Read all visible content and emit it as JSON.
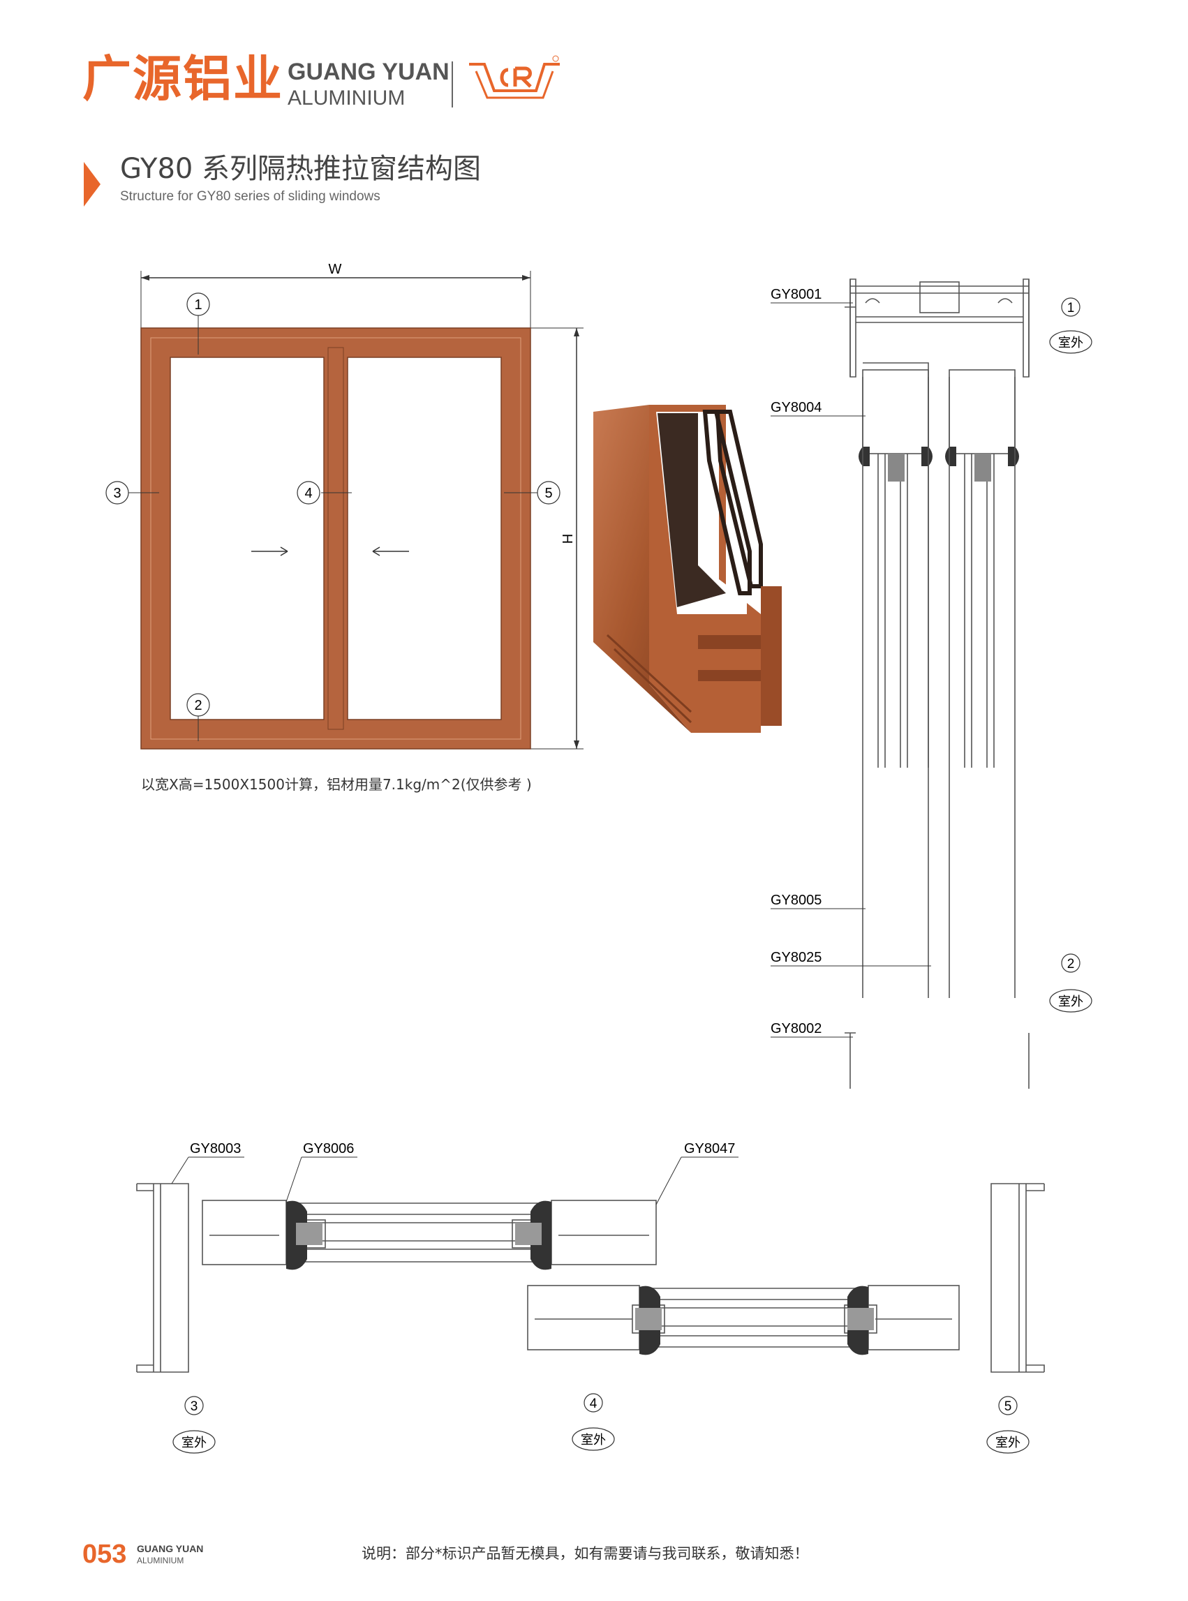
{
  "header": {
    "logo_cn": "广源铝业",
    "logo_en_line1": "GUANG YUAN",
    "logo_en_line2": "ALUMINIUM",
    "brand_color": "#e8662b"
  },
  "title": {
    "cn": "GY80 系列隔热推拉窗结构图",
    "en": "Structure for GY80 series of sliding windows"
  },
  "elevation": {
    "width_label": "W",
    "height_label": "H",
    "callouts": [
      "1",
      "2",
      "3",
      "4",
      "5"
    ],
    "frame_color": "#b5643e",
    "note": "以宽X高=1500X1500计算，铝材用量7.1kg/m^2(仅供参考 )"
  },
  "vertical_section": {
    "labels": [
      "GY8001",
      "GY8004",
      "GY8005",
      "GY8025",
      "GY8002"
    ],
    "callouts": [
      "1",
      "2"
    ],
    "outside_label": "室外"
  },
  "horizontal_section": {
    "labels": [
      "GY8003",
      "GY8006",
      "GY8047"
    ],
    "callouts": [
      "3",
      "4",
      "5"
    ],
    "outside_label": "室外"
  },
  "footer": {
    "page_number": "053",
    "brand_line1": "GUANG YUAN",
    "brand_line2": "ALUMINIUM",
    "note": "说明：部分*标识产品暂无模具，如有需要请与我司联系，敬请知悉！"
  }
}
